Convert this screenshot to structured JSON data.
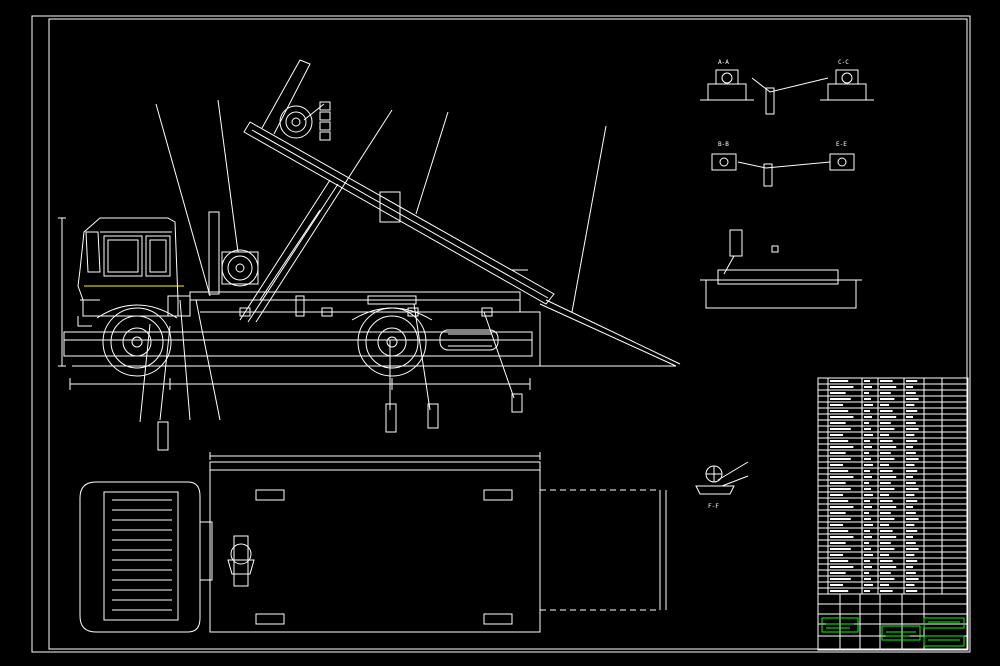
{
  "section_labels": {
    "aa": "A-A",
    "cc": "C-C",
    "bb": "B-B",
    "ee": "E-E",
    "ff": "F-F"
  },
  "colors": {
    "background": "#000000",
    "linework": "#ffffff",
    "title_block": "#00ff00",
    "accent": "#ffff00"
  }
}
